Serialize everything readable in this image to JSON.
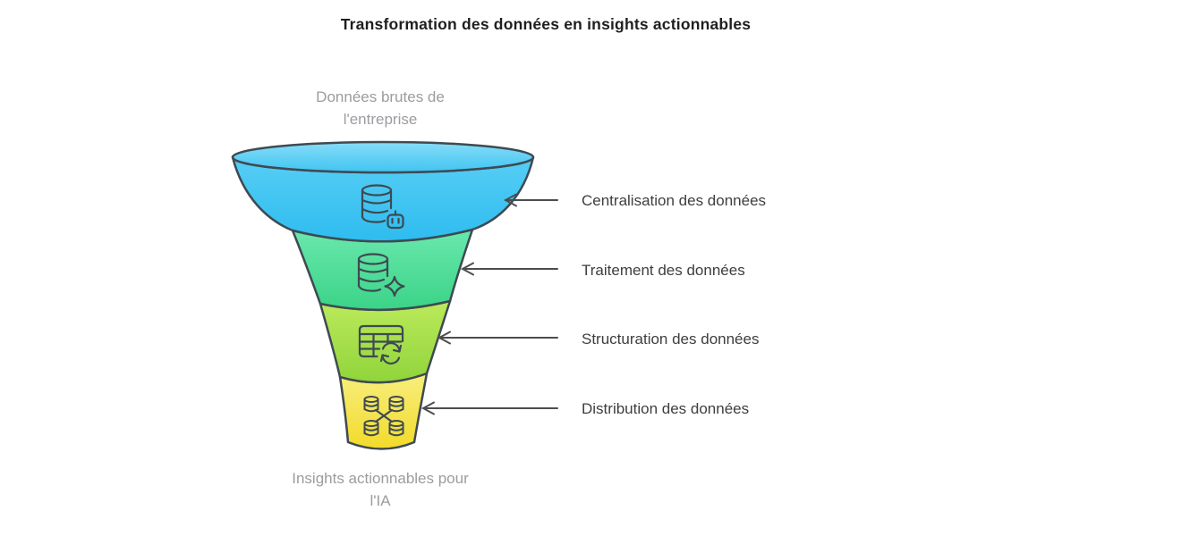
{
  "title": "Transformation des données en insights actionnables",
  "funnel": {
    "top_label": "Données brutes de\nl'entreprise",
    "bottom_label": "Insights actionnables pour\nl'IA",
    "stages": [
      {
        "label": "Centralisation des données",
        "icon": "database-robot-icon",
        "color_top": "#56CEF5",
        "color_bottom": "#2FBCEF"
      },
      {
        "label": "Traitement des données",
        "icon": "database-sparkle-icon",
        "color_top": "#6AE8AD",
        "color_bottom": "#3BD387"
      },
      {
        "label": "Structuration des données",
        "icon": "table-refresh-icon",
        "color_top": "#BCEA5B",
        "color_bottom": "#90D43B"
      },
      {
        "label": "Distribution des données",
        "icon": "distributed-databases-icon",
        "color_top": "#F8EE7E",
        "color_bottom": "#F2DB2A"
      }
    ]
  },
  "colors": {
    "funnel_lip_top": "#86DDF8",
    "funnel_lip_bottom": "#41C4F1",
    "outline": "#3E4A52",
    "arrow": "#4D4D4D",
    "title_text": "#1F1F1F",
    "stage_label_text": "#3E3E3E",
    "muted_label_text": "#9C9CA1",
    "background": "#FFFFFF"
  }
}
